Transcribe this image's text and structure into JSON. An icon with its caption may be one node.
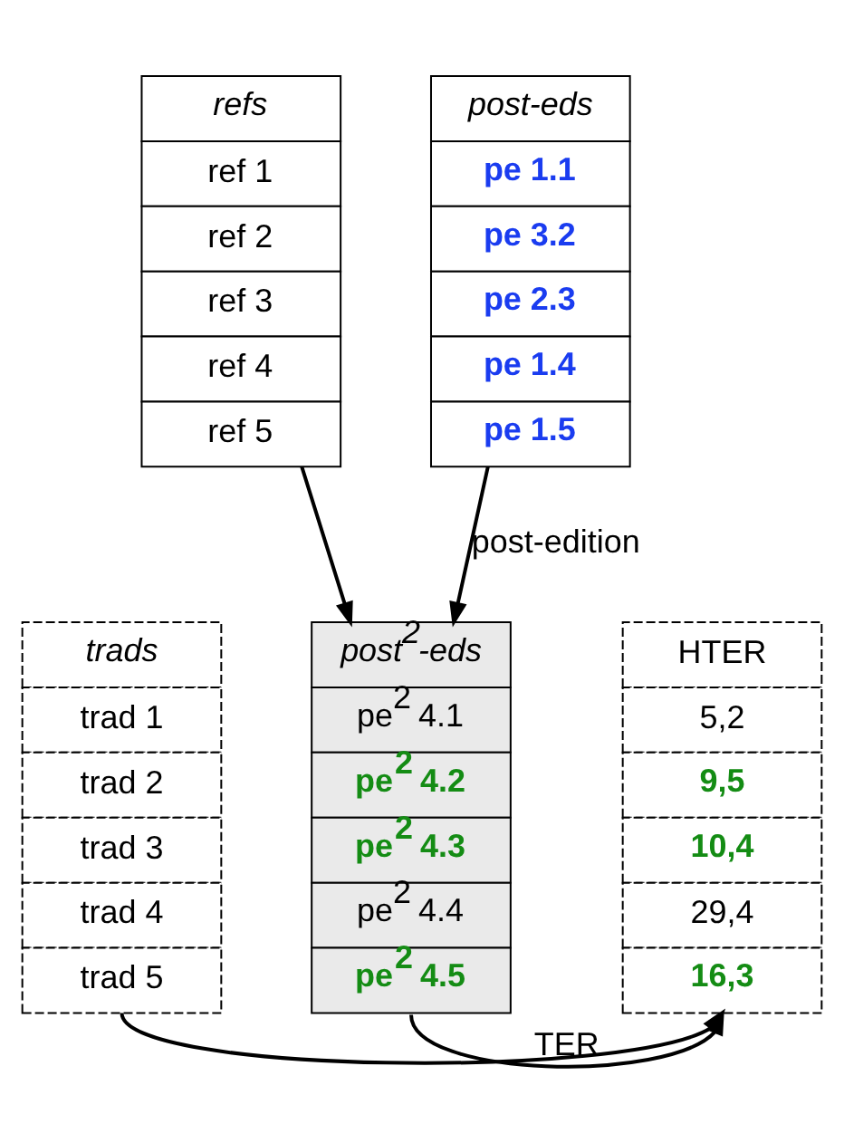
{
  "diagram": {
    "nodes": [
      {
        "text": [
          "refs",
          "ref 1",
          "ref 2",
          "ref 3",
          "ref 4",
          "ref 5"
        ]
      },
      {
        "text": [
          "post-eds",
          "pe 1.1",
          "pe 3.2",
          "pe 2.3",
          "pe 1.4",
          "pe 1.5"
        ]
      },
      {
        "text": [
          "trads",
          "trad 1",
          "trad 2",
          "trad 3",
          "trad 4",
          "trad 5"
        ]
      },
      {
        "text": [
          "post$^{2}$-eds",
          "pe$^{2}$ 4.1",
          "pe$^{2}$ 4.2",
          "pe$^{2}$ 4.3",
          "pe$^{2}$ 4.4",
          "pe$^{2}$ 4.5"
        ]
      },
      {
        "text": [
          "HTER",
          "5,2",
          "9,5",
          "10,4",
          "29,4",
          "16,3"
        ]
      }
    ],
    "edges": [
      {
        "from": 0,
        "to": 3,
        "arrow": "to"
      },
      {
        "from": 1,
        "to": 3,
        "arrow": "to",
        "label": "post-edition"
      },
      {
        "from": 2,
        "to": 4,
        "arrow": "to"
      },
      {
        "from": 3,
        "to": 4,
        "arrow": "to",
        "label": "TER"
      }
    ]
  }
}
